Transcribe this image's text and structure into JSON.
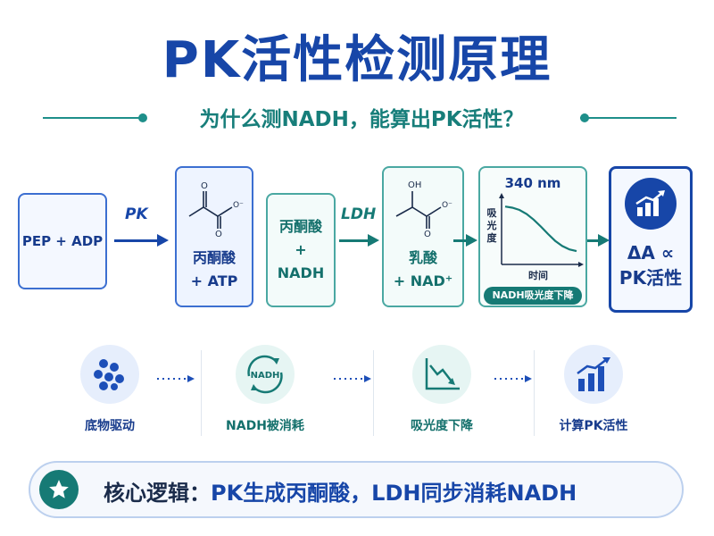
{
  "title": "PK活性检测原理",
  "subtitle": "为什么测NADH，能算出PK活性？",
  "flow": {
    "box1": "PEP + ADP",
    "arrow1_label": "PK",
    "box2_line1": "丙酮酸",
    "box2_line2": "+ ATP",
    "box3_line1": "丙酮酸",
    "box3_line2": "+",
    "box3_line3": "NADH",
    "arrow2_label": "LDH",
    "box4_line1": "乳酸",
    "box4_line2": "+ NAD⁺",
    "chart_title": "340 nm",
    "chart_ylabel": "吸光度",
    "chart_xlabel": "时间",
    "chart_badge": "NADH吸光度下降",
    "result_line1": "ΔA ∝",
    "result_line2": "PK活性"
  },
  "molecules": {
    "pyruvate_o": "O",
    "pyruvate_oh": "O",
    "pyruvate_ominus": "O⁻",
    "lactate_oh": "OH",
    "lactate_o": "O",
    "lactate_ominus": "O⁻"
  },
  "steps": [
    {
      "label": "底物驱动",
      "icon": "molecule-dots-icon"
    },
    {
      "label": "NADH被消耗",
      "icon": "nadh-cycle-icon",
      "badge": "NADH"
    },
    {
      "label": "吸光度下降",
      "icon": "decline-chart-icon"
    },
    {
      "label": "计算PK活性",
      "icon": "bar-chart-up-icon"
    }
  ],
  "footer": {
    "prefix": "核心逻辑：",
    "text": "PK生成丙酮酸，LDH同步消耗NADH",
    "icon": "star-icon"
  },
  "chart_data": {
    "type": "line",
    "title": "340 nm",
    "xlabel": "时间",
    "ylabel": "吸光度",
    "x": [
      0,
      1,
      2,
      3,
      4,
      5,
      6,
      7,
      8,
      9,
      10
    ],
    "y": [
      0.95,
      0.93,
      0.89,
      0.82,
      0.72,
      0.6,
      0.47,
      0.35,
      0.26,
      0.2,
      0.17
    ],
    "xlim": [
      0,
      10
    ],
    "ylim": [
      0,
      1
    ],
    "grid": false
  },
  "colors": {
    "primary_blue": "#1746a8",
    "teal": "#167a75",
    "light_blue": "#e6eefc",
    "light_teal": "#e6f5f3"
  }
}
